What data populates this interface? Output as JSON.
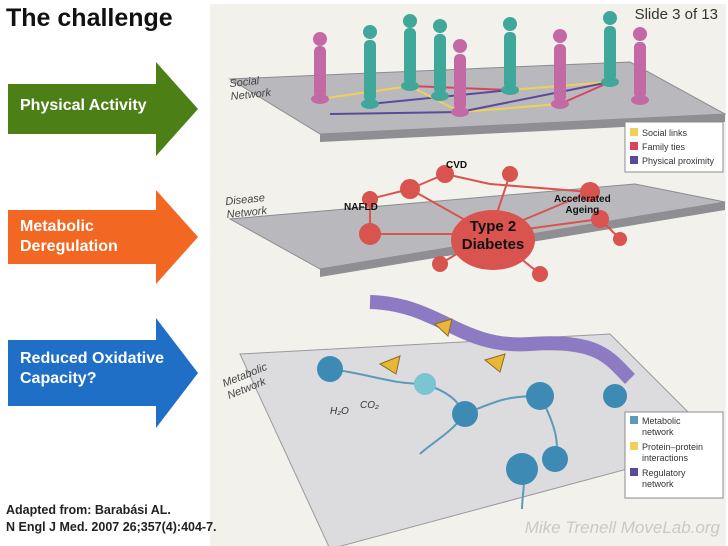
{
  "header": {
    "title": "The challenge",
    "slide_number": "Slide 3 of 13"
  },
  "arrows": [
    {
      "label_lines": [
        "Physical Activity"
      ],
      "color": "#4d7f17"
    },
    {
      "label_lines": [
        "Metabolic",
        "Deregulation"
      ],
      "color": "#f26722"
    },
    {
      "label_lines": [
        "Reduced Oxidative",
        "Capacity?"
      ],
      "color": "#1f6fc6"
    }
  ],
  "figure": {
    "layers": {
      "social": [
        "Social",
        "Network"
      ],
      "disease": [
        "Disease",
        "Network"
      ],
      "metabolic": [
        "Metabolic",
        "Network"
      ]
    },
    "social_legend": [
      {
        "label": "Social links",
        "color": "#f0cf5a"
      },
      {
        "label": "Family ties",
        "color": "#d9455f"
      },
      {
        "label": "Physical proximity",
        "color": "#5b4a9a"
      }
    ],
    "metabolic_legend": [
      {
        "label_lines": [
          "Metabolic",
          "network"
        ],
        "color": "#5a9bb7"
      },
      {
        "label_lines": [
          "Protein–protein",
          "interactions"
        ],
        "color": "#f0cf5a"
      },
      {
        "label_lines": [
          "Regulatory",
          "network"
        ],
        "color": "#5b4a9a"
      }
    ],
    "diseases": {
      "cvd": "CVD",
      "nafld": "NAFLD",
      "ageing": [
        "Accelerated",
        "Ageing"
      ],
      "diabetes": [
        "Type 2",
        "Diabetes"
      ]
    },
    "metabolites": {
      "h2o": "H₂O",
      "co2": "CO₂"
    }
  },
  "citation": {
    "line1": "Adapted from: Barabási AL.",
    "line2": "N Engl J Med. 2007 26;357(4):404-7."
  },
  "watermark": "Mike Trenell  MoveLab.org"
}
